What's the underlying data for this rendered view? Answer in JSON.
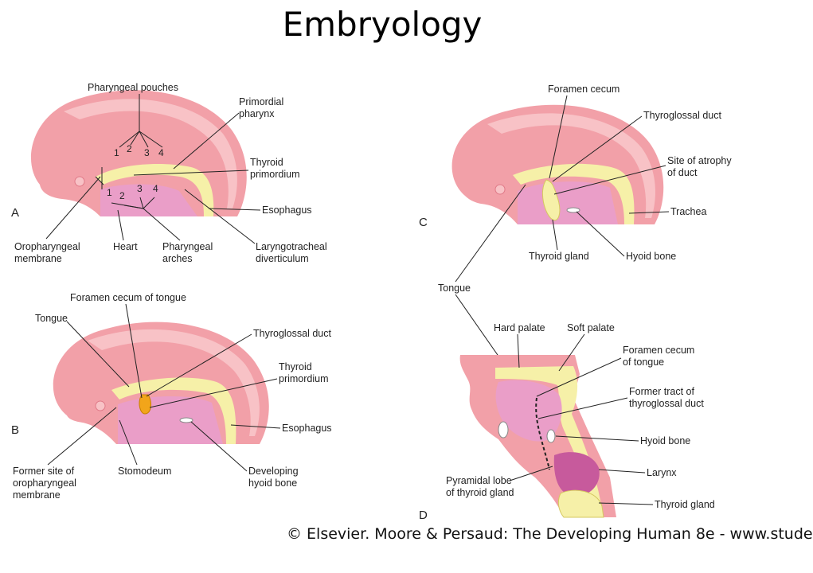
{
  "title": "Embryology",
  "credit": "© Elsevier. Moore & Persaud: The Developing Human 8e - www.stude",
  "colors": {
    "embryo_pink": "#f2a0a8",
    "embryo_light": "#f8c2c6",
    "endoderm_yellow": "#f6f0a8",
    "heart_mauve": "#ea9ec8",
    "thyroid_orange": "#f2a51a",
    "larynx_magenta": "#c75a9c"
  },
  "panels": {
    "A": {
      "letter": "A",
      "pouch_numbers": [
        "1",
        "2",
        "3",
        "4"
      ],
      "arch_numbers": [
        "1",
        "2",
        "3",
        "4"
      ],
      "labels": {
        "pharyngeal_pouches": "Pharyngeal pouches",
        "primordial_pharynx": [
          "Primordial",
          "pharynx"
        ],
        "thyroid_primordium": [
          "Thyroid",
          "primordium"
        ],
        "esophagus": "Esophagus",
        "oropharyngeal_membrane": [
          "Oropharyngeal",
          "membrane"
        ],
        "heart": "Heart",
        "pharyngeal_arches": [
          "Pharyngeal",
          "arches"
        ],
        "laryngotracheal_diverticulum": [
          "Laryngotracheal",
          "diverticulum"
        ]
      }
    },
    "B": {
      "letter": "B",
      "labels": {
        "foramen_cecum_of_tongue": "Foramen cecum of tongue",
        "tongue": "Tongue",
        "thyroglossal_duct": "Thyroglossal duct",
        "thyroid_primordium": [
          "Thyroid",
          "primordium"
        ],
        "esophagus": "Esophagus",
        "former_site": [
          "Former site of",
          "oropharyngeal",
          "membrane"
        ],
        "stomodeum": "Stomodeum",
        "developing_hyoid_bone": [
          "Developing",
          "hyoid bone"
        ]
      }
    },
    "C": {
      "letter": "C",
      "labels": {
        "foramen_cecum": "Foramen cecum",
        "thyroglossal_duct": "Thyroglossal duct",
        "site_of_atrophy": [
          "Site of atrophy",
          "of duct"
        ],
        "trachea": "Trachea",
        "thyroid_gland": "Thyroid gland",
        "hyoid_bone": "Hyoid bone",
        "tongue": "Tongue"
      }
    },
    "D": {
      "letter": "D",
      "labels": {
        "hard_palate": "Hard palate",
        "soft_palate": "Soft palate",
        "foramen_cecum_of_tongue": [
          "Foramen cecum",
          "of tongue"
        ],
        "former_tract": [
          "Former tract of",
          "thyroglossal duct"
        ],
        "hyoid_bone": "Hyoid bone",
        "larynx": "Larynx",
        "pyramidal_lobe": [
          "Pyramidal lobe",
          "of thyroid gland"
        ],
        "thyroid_gland": "Thyroid gland"
      }
    }
  }
}
